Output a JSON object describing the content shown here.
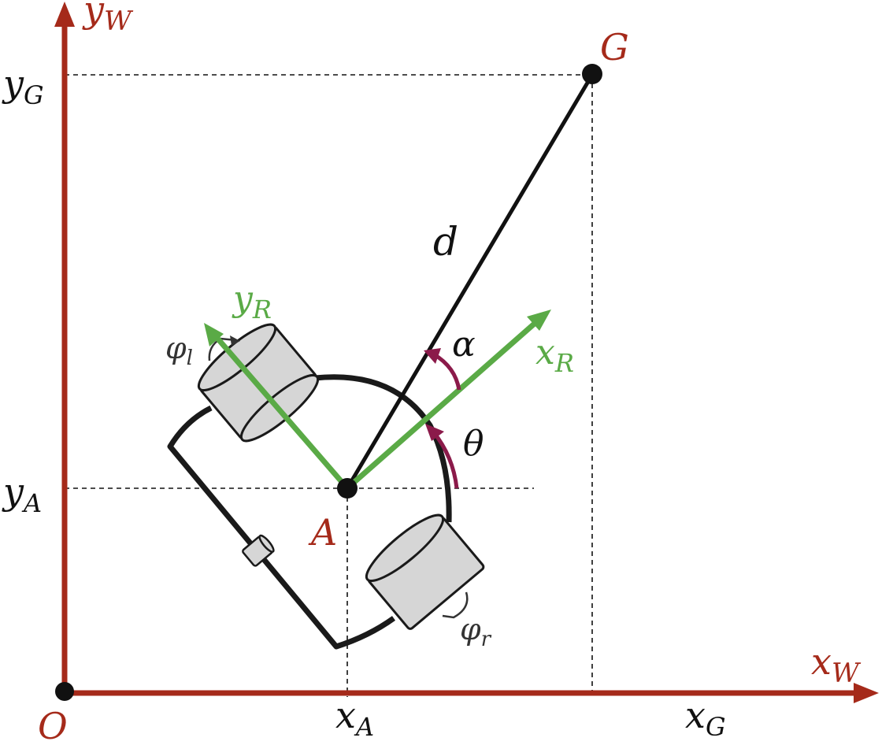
{
  "colors": {
    "world_axis": "#a52a1a",
    "robot_axis": "#5aaa46",
    "angle_arc": "#8b1a4a",
    "body": "#1a1a1a",
    "wheel_fill": "#d6d6d6",
    "point": "#111111"
  },
  "labels": {
    "y_world": {
      "main": "y",
      "sub": "W"
    },
    "x_world": {
      "main": "x",
      "sub": "W"
    },
    "origin": "O",
    "goal": "G",
    "robot_point": "A",
    "distance": "d",
    "alpha": "α",
    "theta": "θ",
    "y_robot": {
      "main": "y",
      "sub": "R"
    },
    "x_robot": {
      "main": "x",
      "sub": "R"
    },
    "phi_left": {
      "main": "φ",
      "sub": "l"
    },
    "phi_right": {
      "main": "φ",
      "sub": "r"
    },
    "y_goal": {
      "main": "y",
      "sub": "G"
    },
    "y_a": {
      "main": "y",
      "sub": "A"
    },
    "x_a": {
      "main": "x",
      "sub": "A"
    },
    "x_goal": {
      "main": "x",
      "sub": "G"
    }
  }
}
